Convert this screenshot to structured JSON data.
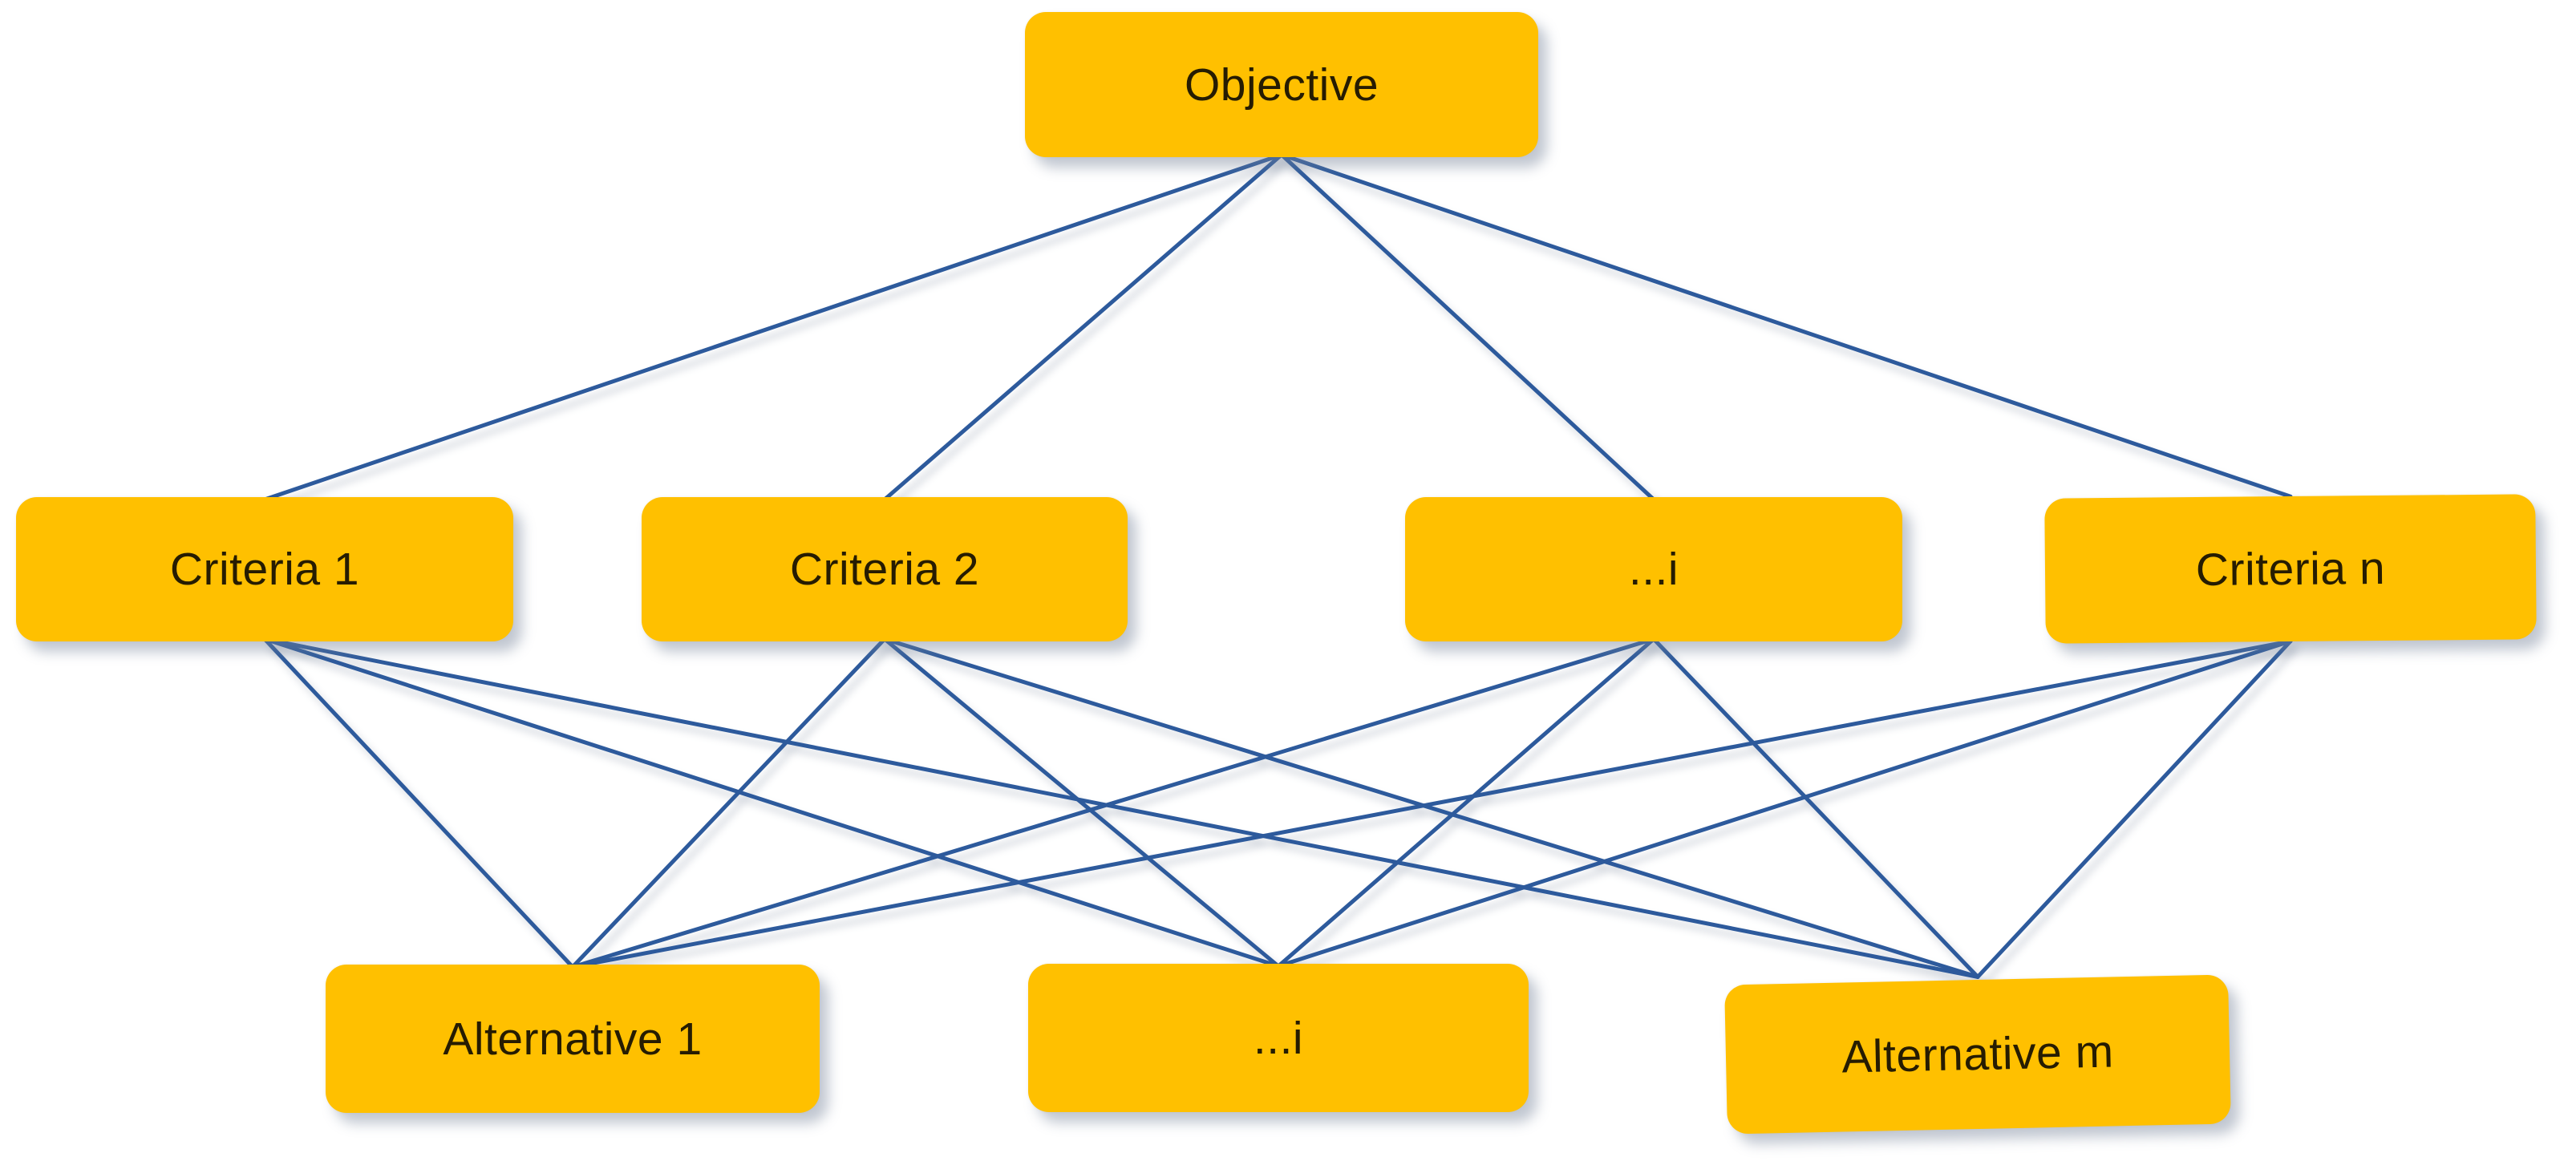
{
  "colors": {
    "background": "#ffffff",
    "node_fill": "#ffc000",
    "node_text": "#261c02",
    "edge": "#2d5a9c"
  },
  "nodes": [
    {
      "id": "objective",
      "label": "Objective",
      "level": "objective"
    },
    {
      "id": "c1",
      "label": "Criteria 1",
      "level": "criteria"
    },
    {
      "id": "c2",
      "label": "Criteria 2",
      "level": "criteria"
    },
    {
      "id": "ci",
      "label": "...i",
      "level": "criteria"
    },
    {
      "id": "cn",
      "label": "Criteria n",
      "level": "criteria"
    },
    {
      "id": "a1",
      "label": "Alternative 1",
      "level": "alternative"
    },
    {
      "id": "ai",
      "label": "...i",
      "level": "alternative"
    },
    {
      "id": "am",
      "label": "Alternative m",
      "level": "alternative"
    }
  ],
  "edges": [
    [
      "objective",
      "c1"
    ],
    [
      "objective",
      "c2"
    ],
    [
      "objective",
      "ci"
    ],
    [
      "objective",
      "cn"
    ],
    [
      "c1",
      "a1"
    ],
    [
      "c1",
      "ai"
    ],
    [
      "c1",
      "am"
    ],
    [
      "c2",
      "a1"
    ],
    [
      "c2",
      "ai"
    ],
    [
      "c2",
      "am"
    ],
    [
      "ci",
      "a1"
    ],
    [
      "ci",
      "ai"
    ],
    [
      "ci",
      "am"
    ],
    [
      "cn",
      "a1"
    ],
    [
      "cn",
      "ai"
    ],
    [
      "cn",
      "am"
    ]
  ]
}
